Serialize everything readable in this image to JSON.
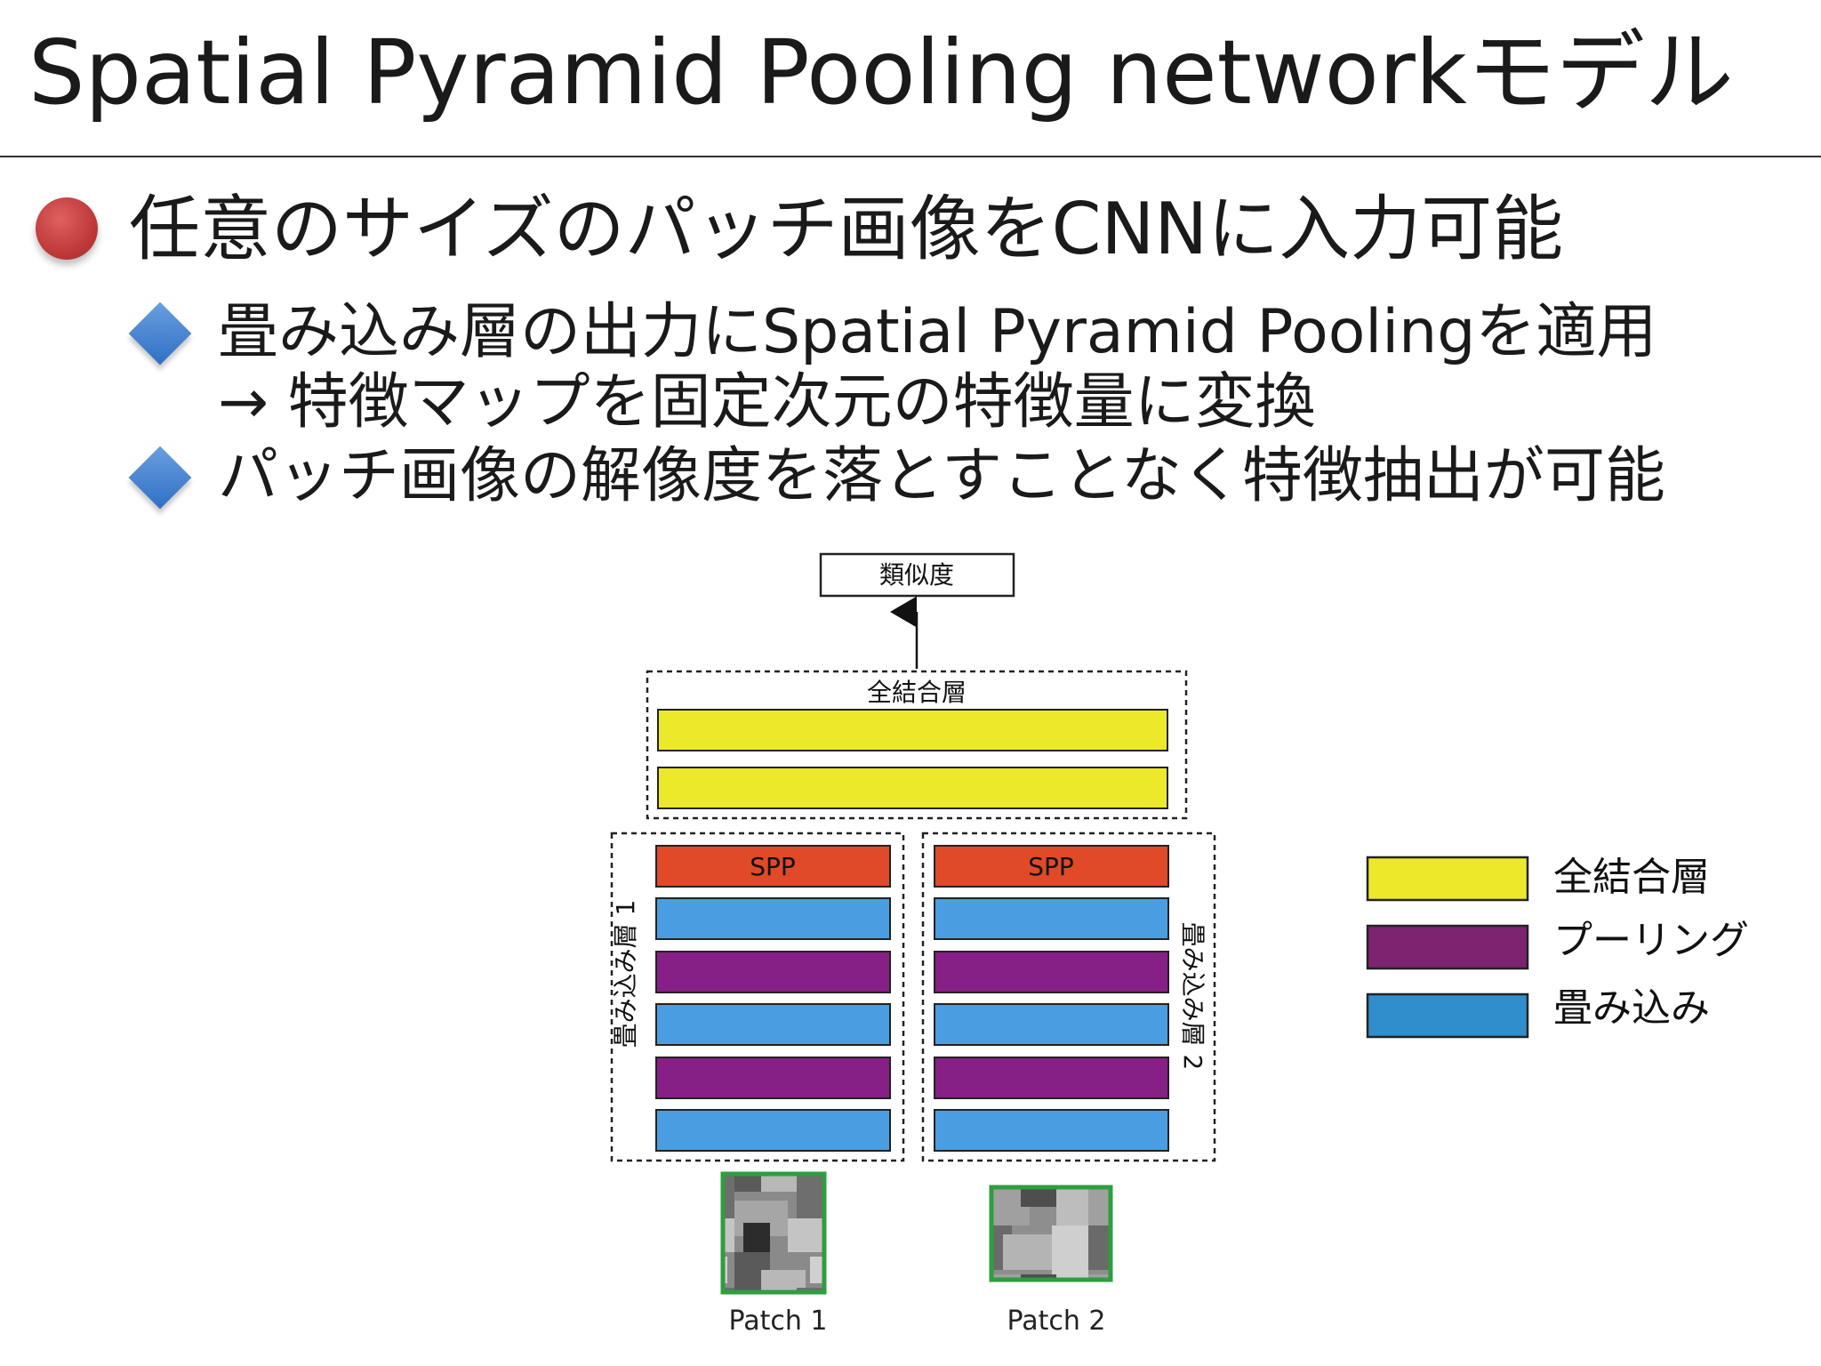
{
  "slide": {
    "title": "Spatial Pyramid Pooling networkモデル",
    "bullet1": "任意のサイズのパッチ画像をCNNに入力可能",
    "sub1_line1": "畳み込み層の出力にSpatial Pyramid Poolingを適用",
    "sub1_line2": "→ 特徴マップを固定次元の特徴量に変換",
    "sub2": "パッチ画像の解像度を落とすことなく特徴抽出が可能"
  },
  "diagram": {
    "similarity": "類似度",
    "fc_group": "全結合層",
    "spp_label": "SPP",
    "conv_label_1": "畳み込み層 1",
    "conv_label_2": "畳み込み層 2",
    "patch_1": "Patch 1",
    "patch_2": "Patch 2",
    "layer_stack": [
      "spp",
      "conv",
      "pool",
      "conv",
      "pool",
      "conv"
    ]
  },
  "legend": {
    "items": [
      {
        "label": "全結合層",
        "color": "#ece92a"
      },
      {
        "label": "プーリング",
        "color": "#7e2370"
      },
      {
        "label": "畳み込み",
        "color": "#2f8ecb"
      }
    ]
  },
  "colors": {
    "fc": "#ece92a",
    "spp": "#e04a28",
    "conv": "#4a9de0",
    "pool": "#861f86",
    "patch_border": "#2e9e3e"
  }
}
